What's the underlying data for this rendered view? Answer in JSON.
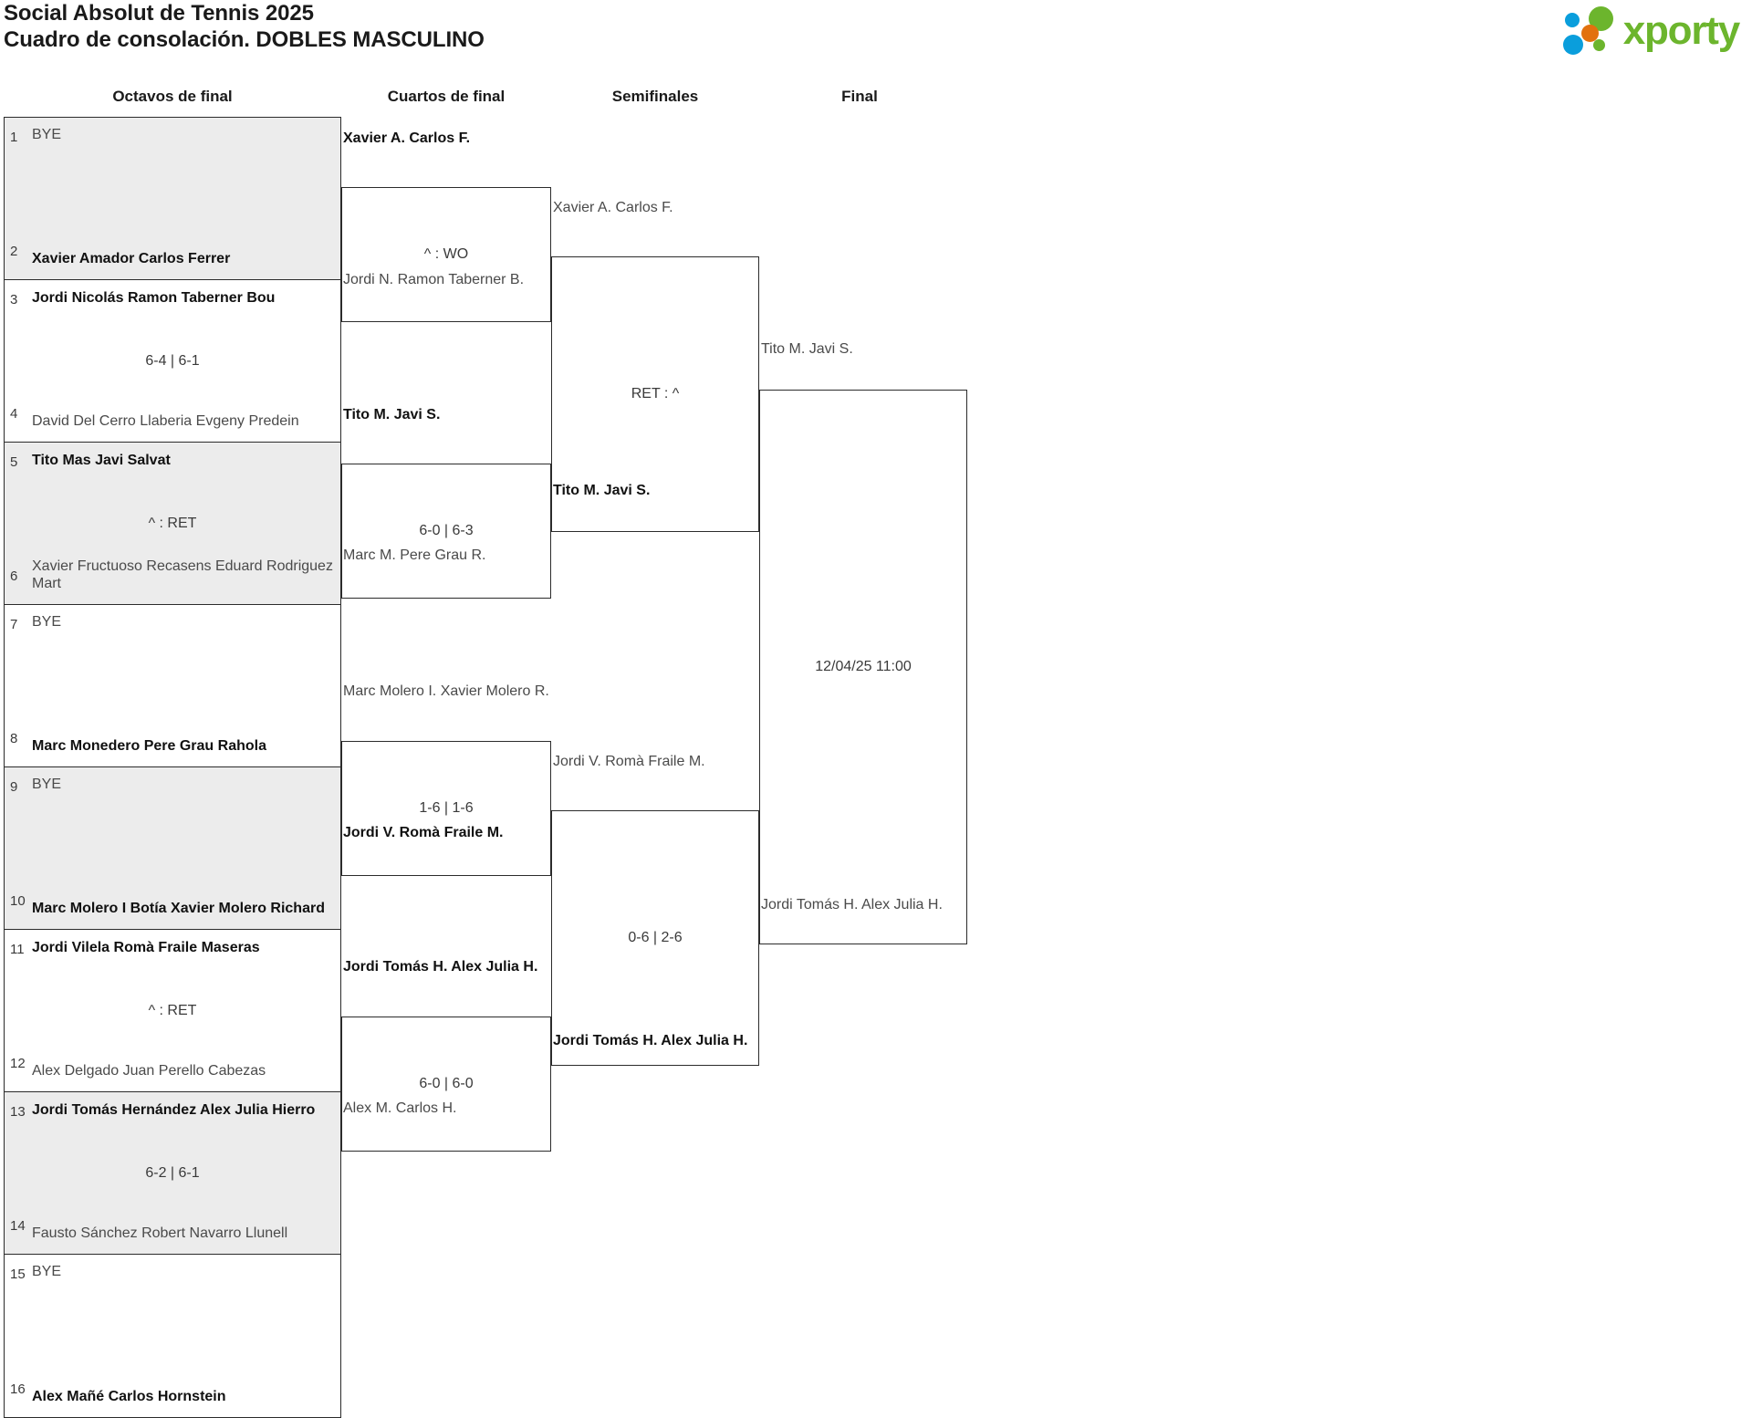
{
  "header": {
    "title_line1": "Social Absolut de Tennis 2025",
    "title_line2": "Cuadro de consolación. DOBLES MASCULINO",
    "logo_text": "xporty",
    "logo_colors": {
      "blue": "#0a9edc",
      "orange": "#e2710e",
      "green": "#6cb52d"
    }
  },
  "rounds": [
    {
      "label": "Octavos de final"
    },
    {
      "label": "Cuartos de final"
    },
    {
      "label": "Semifinales"
    },
    {
      "label": "Final"
    }
  ],
  "round1": {
    "matches": [
      {
        "shaded": true,
        "top": {
          "seed": "1",
          "bye": true,
          "text": "BYE",
          "line2": "",
          "winner": false
        },
        "bottom": {
          "seed": "2",
          "bye": false,
          "text": "Xavier Amador",
          "line2": "Carlos Ferrer",
          "winner": true
        },
        "score": ""
      },
      {
        "shaded": false,
        "top": {
          "seed": "3",
          "bye": false,
          "text": "Jordi Nicolás",
          "line2": "Ramon Taberner Bou",
          "winner": true
        },
        "bottom": {
          "seed": "4",
          "bye": false,
          "text": "David Del Cerro Llaberia",
          "line2": "Evgeny Predein",
          "winner": false
        },
        "score": "6-4 | 6-1"
      },
      {
        "shaded": true,
        "top": {
          "seed": "5",
          "bye": false,
          "text": "Tito Mas",
          "line2": "Javi Salvat",
          "winner": true
        },
        "bottom": {
          "seed": "6",
          "bye": false,
          "text": "Xavier Fructuoso Recasens",
          "line2": "Eduard Rodriguez Mart",
          "winner": false
        },
        "score": "^ : RET"
      },
      {
        "shaded": false,
        "top": {
          "seed": "7",
          "bye": true,
          "text": "BYE",
          "line2": "",
          "winner": false
        },
        "bottom": {
          "seed": "8",
          "bye": false,
          "text": "Marc Monedero",
          "line2": "Pere Grau Rahola",
          "winner": true
        },
        "score": ""
      },
      {
        "shaded": true,
        "top": {
          "seed": "9",
          "bye": true,
          "text": "BYE",
          "line2": "",
          "winner": false
        },
        "bottom": {
          "seed": "10",
          "bye": false,
          "text": "Marc Molero I Botía",
          "line2": "Xavier Molero Richard",
          "winner": true
        },
        "score": ""
      },
      {
        "shaded": false,
        "top": {
          "seed": "11",
          "bye": false,
          "text": "Jordi Vilela",
          "line2": "Romà Fraile Maseras",
          "winner": true
        },
        "bottom": {
          "seed": "12",
          "bye": false,
          "text": "Alex Delgado",
          "line2": "Juan Perello Cabezas",
          "winner": false
        },
        "score": "^ : RET"
      },
      {
        "shaded": true,
        "top": {
          "seed": "13",
          "bye": false,
          "text": "Jordi Tomás Hernández",
          "line2": "Alex Julia Hierro",
          "winner": true
        },
        "bottom": {
          "seed": "14",
          "bye": false,
          "text": "Fausto Sánchez",
          "line2": "Robert Navarro Llunell",
          "winner": false
        },
        "score": "6-2 | 6-1"
      },
      {
        "shaded": false,
        "top": {
          "seed": "15",
          "bye": true,
          "text": "BYE",
          "line2": "",
          "winner": false
        },
        "bottom": {
          "seed": "16",
          "bye": false,
          "text": "Alex Mañé",
          "line2": "Carlos Hornstein",
          "winner": true
        },
        "score": ""
      }
    ]
  },
  "round2": {
    "matches": [
      {
        "top": {
          "l1": "Xavier A.",
          "l2": "Carlos F.",
          "winner": true
        },
        "bottom": {
          "l1": "Jordi N.",
          "l2": "Ramon Taberner B.",
          "winner": false
        },
        "score": "^ : WO"
      },
      {
        "top": {
          "l1": "Tito M.",
          "l2": "Javi S.",
          "winner": true
        },
        "bottom": {
          "l1": "Marc M.",
          "l2": "Pere Grau R.",
          "winner": false
        },
        "score": "6-0 | 6-3"
      },
      {
        "top": {
          "l1": "Marc Molero I.",
          "l2": "Xavier Molero R.",
          "winner": false
        },
        "bottom": {
          "l1": "Jordi V.",
          "l2": "Romà Fraile M.",
          "winner": true
        },
        "score": "1-6 | 1-6"
      },
      {
        "top": {
          "l1": "Jordi Tomás H.",
          "l2": "Alex Julia H.",
          "winner": true
        },
        "bottom": {
          "l1": "Alex M.",
          "l2": "Carlos H.",
          "winner": false
        },
        "score": "6-0 | 6-0"
      }
    ]
  },
  "round3": {
    "matches": [
      {
        "top": {
          "l1": "Xavier A.",
          "l2": "Carlos F.",
          "winner": false
        },
        "bottom": {
          "l1": "Tito M.",
          "l2": "Javi S.",
          "winner": true
        },
        "score": "RET : ^"
      },
      {
        "top": {
          "l1": "Jordi V.",
          "l2": "Romà Fraile M.",
          "winner": false
        },
        "bottom": {
          "l1": "Jordi Tomás H.",
          "l2": "Alex Julia H.",
          "winner": true
        },
        "score": "0-6 | 2-6"
      }
    ]
  },
  "round4": {
    "matches": [
      {
        "top": {
          "l1": "Tito M.",
          "l2": "Javi S.",
          "winner": false
        },
        "bottom": {
          "l1": "Jordi Tomás H.",
          "l2": "Alex Julia H.",
          "winner": false
        },
        "score": "12/04/25 11:00"
      }
    ]
  }
}
